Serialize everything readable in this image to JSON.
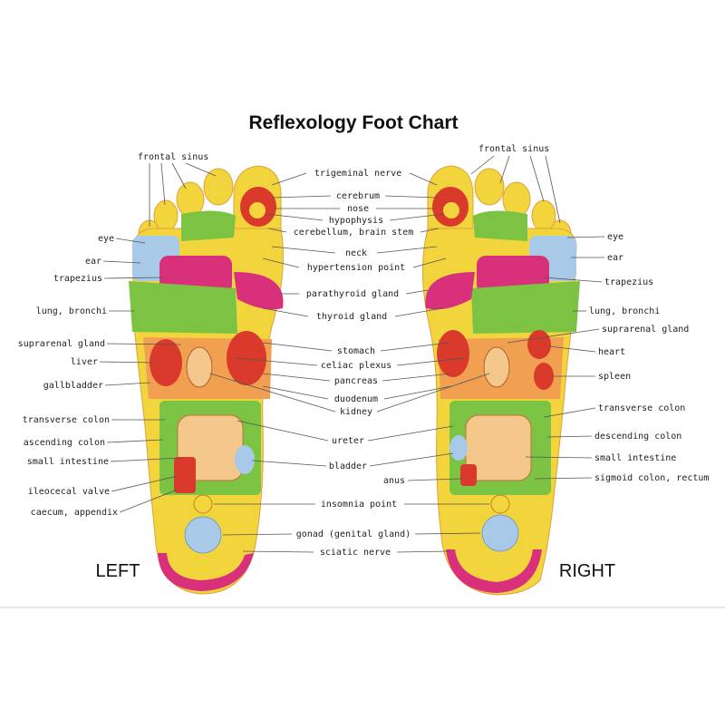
{
  "title": "Reflexology Foot Chart",
  "side_labels": {
    "left": "LEFT",
    "right": "RIGHT"
  },
  "left_labels": [
    "frontal sinus",
    "eye",
    "ear",
    "trapezius",
    "lung, bronchi",
    "suprarenal gland",
    "liver",
    "gallbladder",
    "transverse colon",
    "ascending colon",
    "small intestine",
    "ileocecal valve",
    "caecum, appendix"
  ],
  "center_labels": [
    "trigeminal nerve",
    "cerebrum",
    "nose",
    "hypophysis",
    "cerebellum, brain stem",
    "neck",
    "hypertension point",
    "parathyroid gland",
    "thyroid gland",
    "stomach",
    "celiac plexus",
    "pancreas",
    "duodenum",
    "kidney",
    "ureter",
    "bladder",
    "anus",
    "insomnia point",
    "gonad (genital gland)",
    "sciatic nerve"
  ],
  "right_labels": [
    "frontal sinus",
    "eye",
    "ear",
    "trapezius",
    "lung, bronchi",
    "suprarenal gland",
    "heart",
    "spleen",
    "transverse colon",
    "descending colon",
    "small intestine",
    "sigmoid colon, rectum"
  ],
  "colors": {
    "yellow": "#f2d53c",
    "green": "#7cc243",
    "magenta": "#d8307a",
    "orange": "#f0a050",
    "red": "#d93a2b",
    "blue": "#a9c9e8",
    "skin": "#f3c88a"
  }
}
